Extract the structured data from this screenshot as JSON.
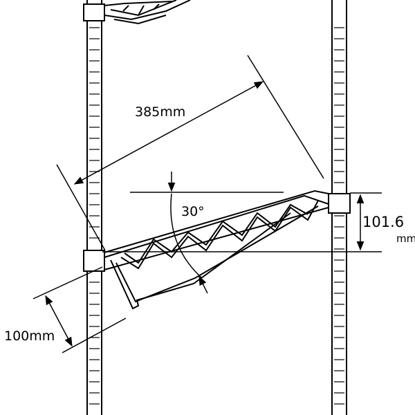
{
  "labels": {
    "depth": "385mm",
    "angle": "30°",
    "drop_value": "101.6",
    "drop_unit": "mm",
    "offset": "100mm"
  },
  "colors": {
    "stroke": "#000000",
    "background": "#ffffff"
  }
}
